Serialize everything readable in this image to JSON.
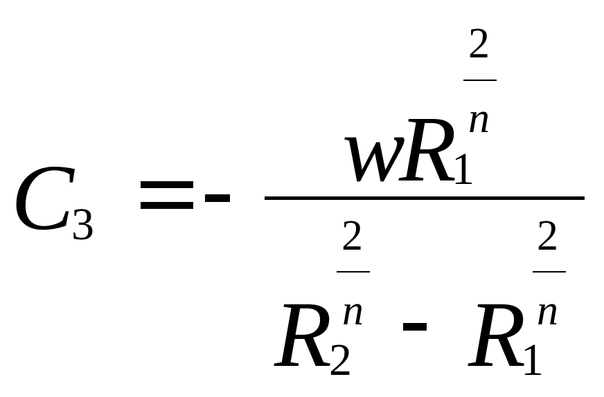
{
  "equation": {
    "lhs": {
      "symbol": "C",
      "subscript": "3"
    },
    "equals": "=",
    "minus": "-",
    "numerator": {
      "w": "w",
      "R": "R",
      "subscript": "1",
      "exponent": {
        "top": "2",
        "bottom": "n"
      }
    },
    "denominator": {
      "term1": {
        "R": "R",
        "subscript": "2",
        "exponent": {
          "top": "2",
          "bottom": "n"
        }
      },
      "minus": "-",
      "term2": {
        "R": "R",
        "subscript": "1",
        "exponent": {
          "top": "2",
          "bottom": "n"
        }
      }
    }
  }
}
